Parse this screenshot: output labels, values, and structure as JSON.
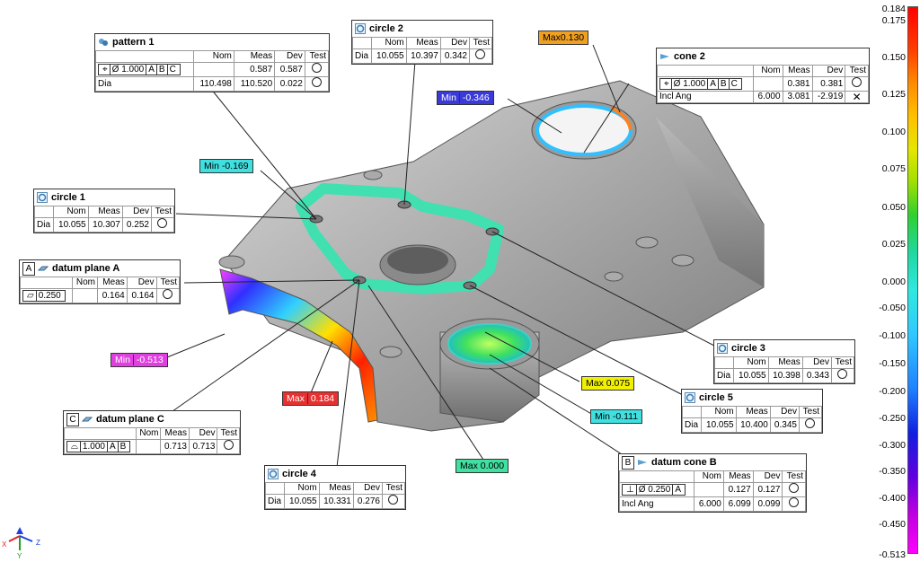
{
  "scale": {
    "ticks": [
      "0.184",
      "0.175",
      "0.150",
      "0.125",
      "0.100",
      "0.075",
      "0.050",
      "0.025",
      "0.000",
      "-0.050",
      "-0.100",
      "-0.150",
      "-0.200",
      "-0.250",
      "-0.300",
      "-0.350",
      "-0.400",
      "-0.450",
      "-0.513"
    ]
  },
  "panels": {
    "pattern1": {
      "title": "pattern 1",
      "headers": [
        "Nom",
        "Meas",
        "Dev",
        "Test"
      ],
      "row1": {
        "fcf": [
          "⌖",
          "Ø 1.000",
          "A",
          "B",
          "C"
        ],
        "nom": "",
        "meas": "0.587",
        "dev": "0.587"
      },
      "row2": {
        "label": "Dia",
        "nom": "110.498",
        "meas": "110.520",
        "dev": "0.022"
      }
    },
    "circle2": {
      "title": "circle 2",
      "headers": [
        "Nom",
        "Meas",
        "Dev",
        "Test"
      ],
      "row": {
        "label": "Dia",
        "nom": "10.055",
        "meas": "10.397",
        "dev": "0.342"
      }
    },
    "cone2": {
      "title": "cone 2",
      "headers": [
        "Nom",
        "Meas",
        "Dev",
        "Test"
      ],
      "row1": {
        "fcf": [
          "⌖",
          "Ø 1.000",
          "A",
          "B",
          "C"
        ],
        "nom": "",
        "meas": "0.381",
        "dev": "0.381"
      },
      "row2": {
        "label": "Incl Ang",
        "nom": "6.000",
        "meas": "3.081",
        "dev": "-2.919"
      }
    },
    "circle1": {
      "title": "circle 1",
      "headers": [
        "Nom",
        "Meas",
        "Dev",
        "Test"
      ],
      "row": {
        "label": "Dia",
        "nom": "10.055",
        "meas": "10.307",
        "dev": "0.252"
      }
    },
    "datumA": {
      "letter": "A",
      "title": "datum plane A",
      "headers": [
        "Nom",
        "Meas",
        "Dev",
        "Test"
      ],
      "row": {
        "fcf": [
          "▱",
          "0.250"
        ],
        "nom": "",
        "meas": "0.164",
        "dev": "0.164"
      }
    },
    "datumC": {
      "letter": "C",
      "title": "datum plane C",
      "headers": [
        "Nom",
        "Meas",
        "Dev",
        "Test"
      ],
      "row": {
        "fcf": [
          "⌓",
          "1.000",
          "A",
          "B"
        ],
        "nom": "",
        "meas": "0.713",
        "dev": "0.713"
      }
    },
    "circle4": {
      "title": "circle 4",
      "headers": [
        "Nom",
        "Meas",
        "Dev",
        "Test"
      ],
      "row": {
        "label": "Dia",
        "nom": "10.055",
        "meas": "10.331",
        "dev": "0.276"
      }
    },
    "circle3": {
      "title": "circle 3",
      "headers": [
        "Nom",
        "Meas",
        "Dev",
        "Test"
      ],
      "row": {
        "label": "Dia",
        "nom": "10.055",
        "meas": "10.398",
        "dev": "0.343"
      }
    },
    "circle5": {
      "title": "circle 5",
      "headers": [
        "Nom",
        "Meas",
        "Dev",
        "Test"
      ],
      "row": {
        "label": "Dia",
        "nom": "10.055",
        "meas": "10.400",
        "dev": "0.345"
      }
    },
    "datumB": {
      "letter": "B",
      "title": "datum cone B",
      "headers": [
        "Nom",
        "Meas",
        "Dev",
        "Test"
      ],
      "row1": {
        "fcf": [
          "⊥",
          "Ø 0.250",
          "A"
        ],
        "nom": "",
        "meas": "0.127",
        "dev": "0.127"
      },
      "row2": {
        "label": "Incl Ang",
        "nom": "6.000",
        "meas": "6.099",
        "dev": "0.099"
      }
    }
  },
  "tags": {
    "max130": {
      "label": "Max",
      "value": "0.130",
      "color": "#f0a020"
    },
    "min346": {
      "label": "Min",
      "value": "-0.346",
      "color": "#3a3ad8",
      "text": "#ffffff"
    },
    "min169": {
      "label": "Min",
      "value": "-0.169",
      "color": "#40e0e0"
    },
    "min513": {
      "label": "Min",
      "value": "-0.513",
      "color": "#e040e0",
      "text": "#ffffff"
    },
    "max184": {
      "label": "Max",
      "value": "0.184",
      "color": "#e83030",
      "text": "#ffffff"
    },
    "max075": {
      "label": "Max",
      "value": "0.075",
      "color": "#f0f000"
    },
    "min111": {
      "label": "Min",
      "value": "-0.111",
      "color": "#40e0e0"
    },
    "max000": {
      "label": "Max",
      "value": "0.000",
      "color": "#40e0a0"
    }
  },
  "triad": {
    "x": "X",
    "y": "Y",
    "z": "Z"
  }
}
